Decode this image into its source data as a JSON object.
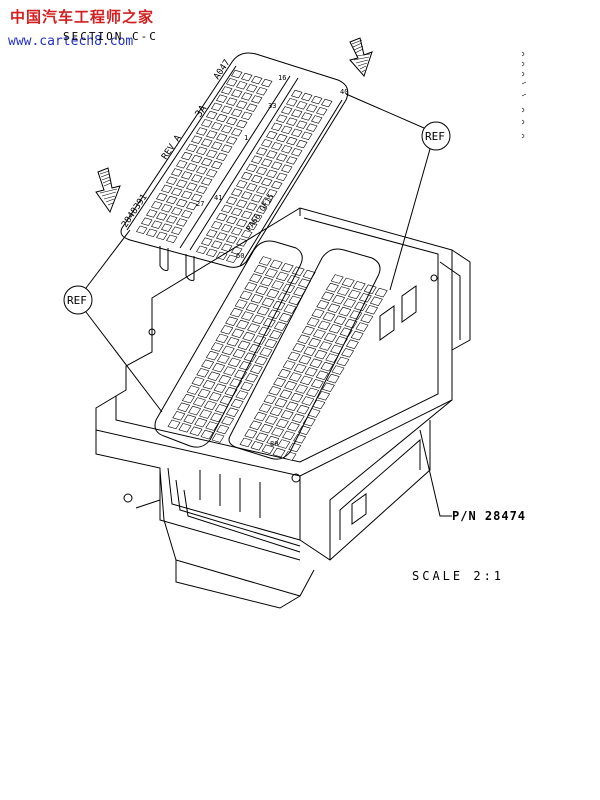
{
  "watermark": {
    "title": "中国汽车工程师之家",
    "url": "www.cartech8.com"
  },
  "labels": {
    "section": "SECTION C-C",
    "ref_left": "REF",
    "ref_right": "REF",
    "part_number": "P/N 28474",
    "scale": "SCALE  2:1",
    "cover_pn": "2848391",
    "cover_rev": "REV A",
    "cover_code": "A047",
    "cover_3a": "3A",
    "cover_material": "PA66 GF15",
    "pin_16": "16",
    "pin_33": "33",
    "pin_40": "40",
    "pin_1": "1",
    "pin_27": "27",
    "pin_41": "41",
    "pin_60": "60",
    "pin_80": "80"
  },
  "colors": {
    "watermark_title": "#d22020",
    "watermark_url": "#2030c8",
    "line": "#000000"
  }
}
